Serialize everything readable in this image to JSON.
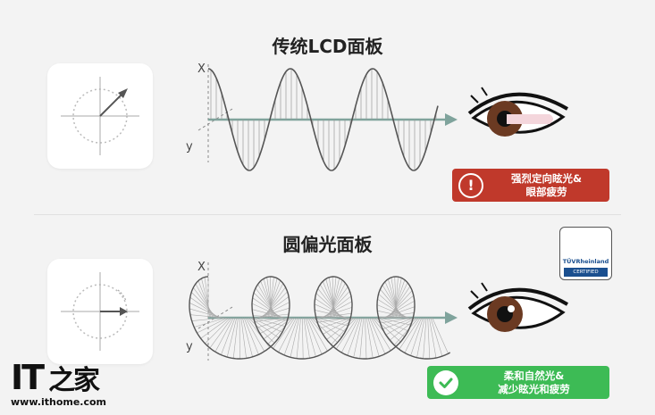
{
  "titles": {
    "top": "传统LCD面板",
    "bottom": "圆偏光面板"
  },
  "axes": {
    "x_label": "X",
    "y_label": "y"
  },
  "badges": {
    "bad_text_line1": "强烈定向眩光&",
    "bad_text_line2": "眼部疲劳",
    "bad_icon": "!",
    "good_text_line1": "柔和自然光&",
    "good_text_line2": "减少眩光和疲劳"
  },
  "certification": {
    "name": "TÜVRheinland",
    "label": "CERTIFIED"
  },
  "logo": {
    "mark": "IT",
    "mark_cn": "之家",
    "url": "www.ithome.com"
  },
  "colors": {
    "bad": "#c0392b",
    "good": "#3dbb55",
    "wave_axis": "#7fa39c",
    "wave_line": "#555555",
    "arrow": "#555555",
    "tuv_blue": "#1a4f8f"
  }
}
